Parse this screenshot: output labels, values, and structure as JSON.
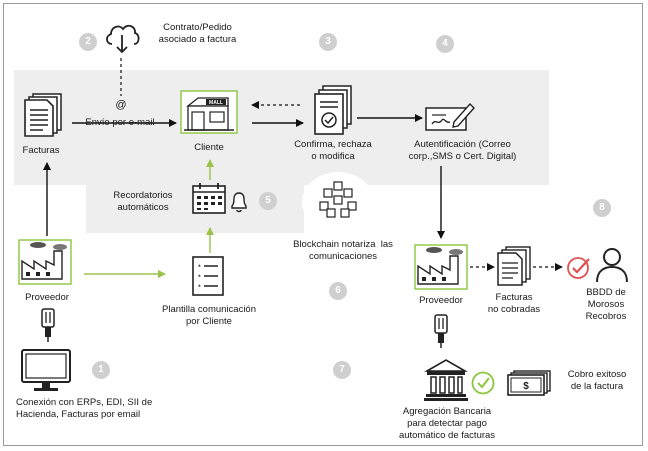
{
  "steps": [
    "1",
    "2",
    "3",
    "4",
    "5",
    "6",
    "7",
    "8"
  ],
  "labels": {
    "contrato": "Contrato/Pedido\nasociado a factura",
    "facturas": "Facturas",
    "envio": "Envío por e-mail",
    "at_symbol": "@",
    "cliente": "Cliente",
    "confirma": "Confirma, rechaza\no modifica",
    "autentificacion": "Autentificación (Correo\ncorp.,SMS o Cert. Digital)",
    "recordatorios": "Recordatorios\nautomáticos",
    "blockchain": "Blockchain notariza  las\ncomunicaciones",
    "proveedor_left": "Proveedor",
    "plantilla": "Plantilla comunicación\npor Cliente",
    "proveedor_right": "Proveedor",
    "facturas_no_cobradas": "Facturas\nno cobradas",
    "bbdd": "BBDD de\nMorosos\nRecobros",
    "conexion": "Conexión con ERPs, EDI, SII de\nHacienda, Facturas por email",
    "agregacion": "Agregación Bancaria\npara detectar pago\nautomático de facturas",
    "cobro": "Cobro exitoso\nde la factura",
    "mall_sign": "MALL"
  },
  "colors": {
    "band": "#eeeeee",
    "arrow_green": "#9bc34a",
    "icon_green": "#8cc63f",
    "alert_red": "#e05252",
    "badge": "#cfcfcf"
  }
}
